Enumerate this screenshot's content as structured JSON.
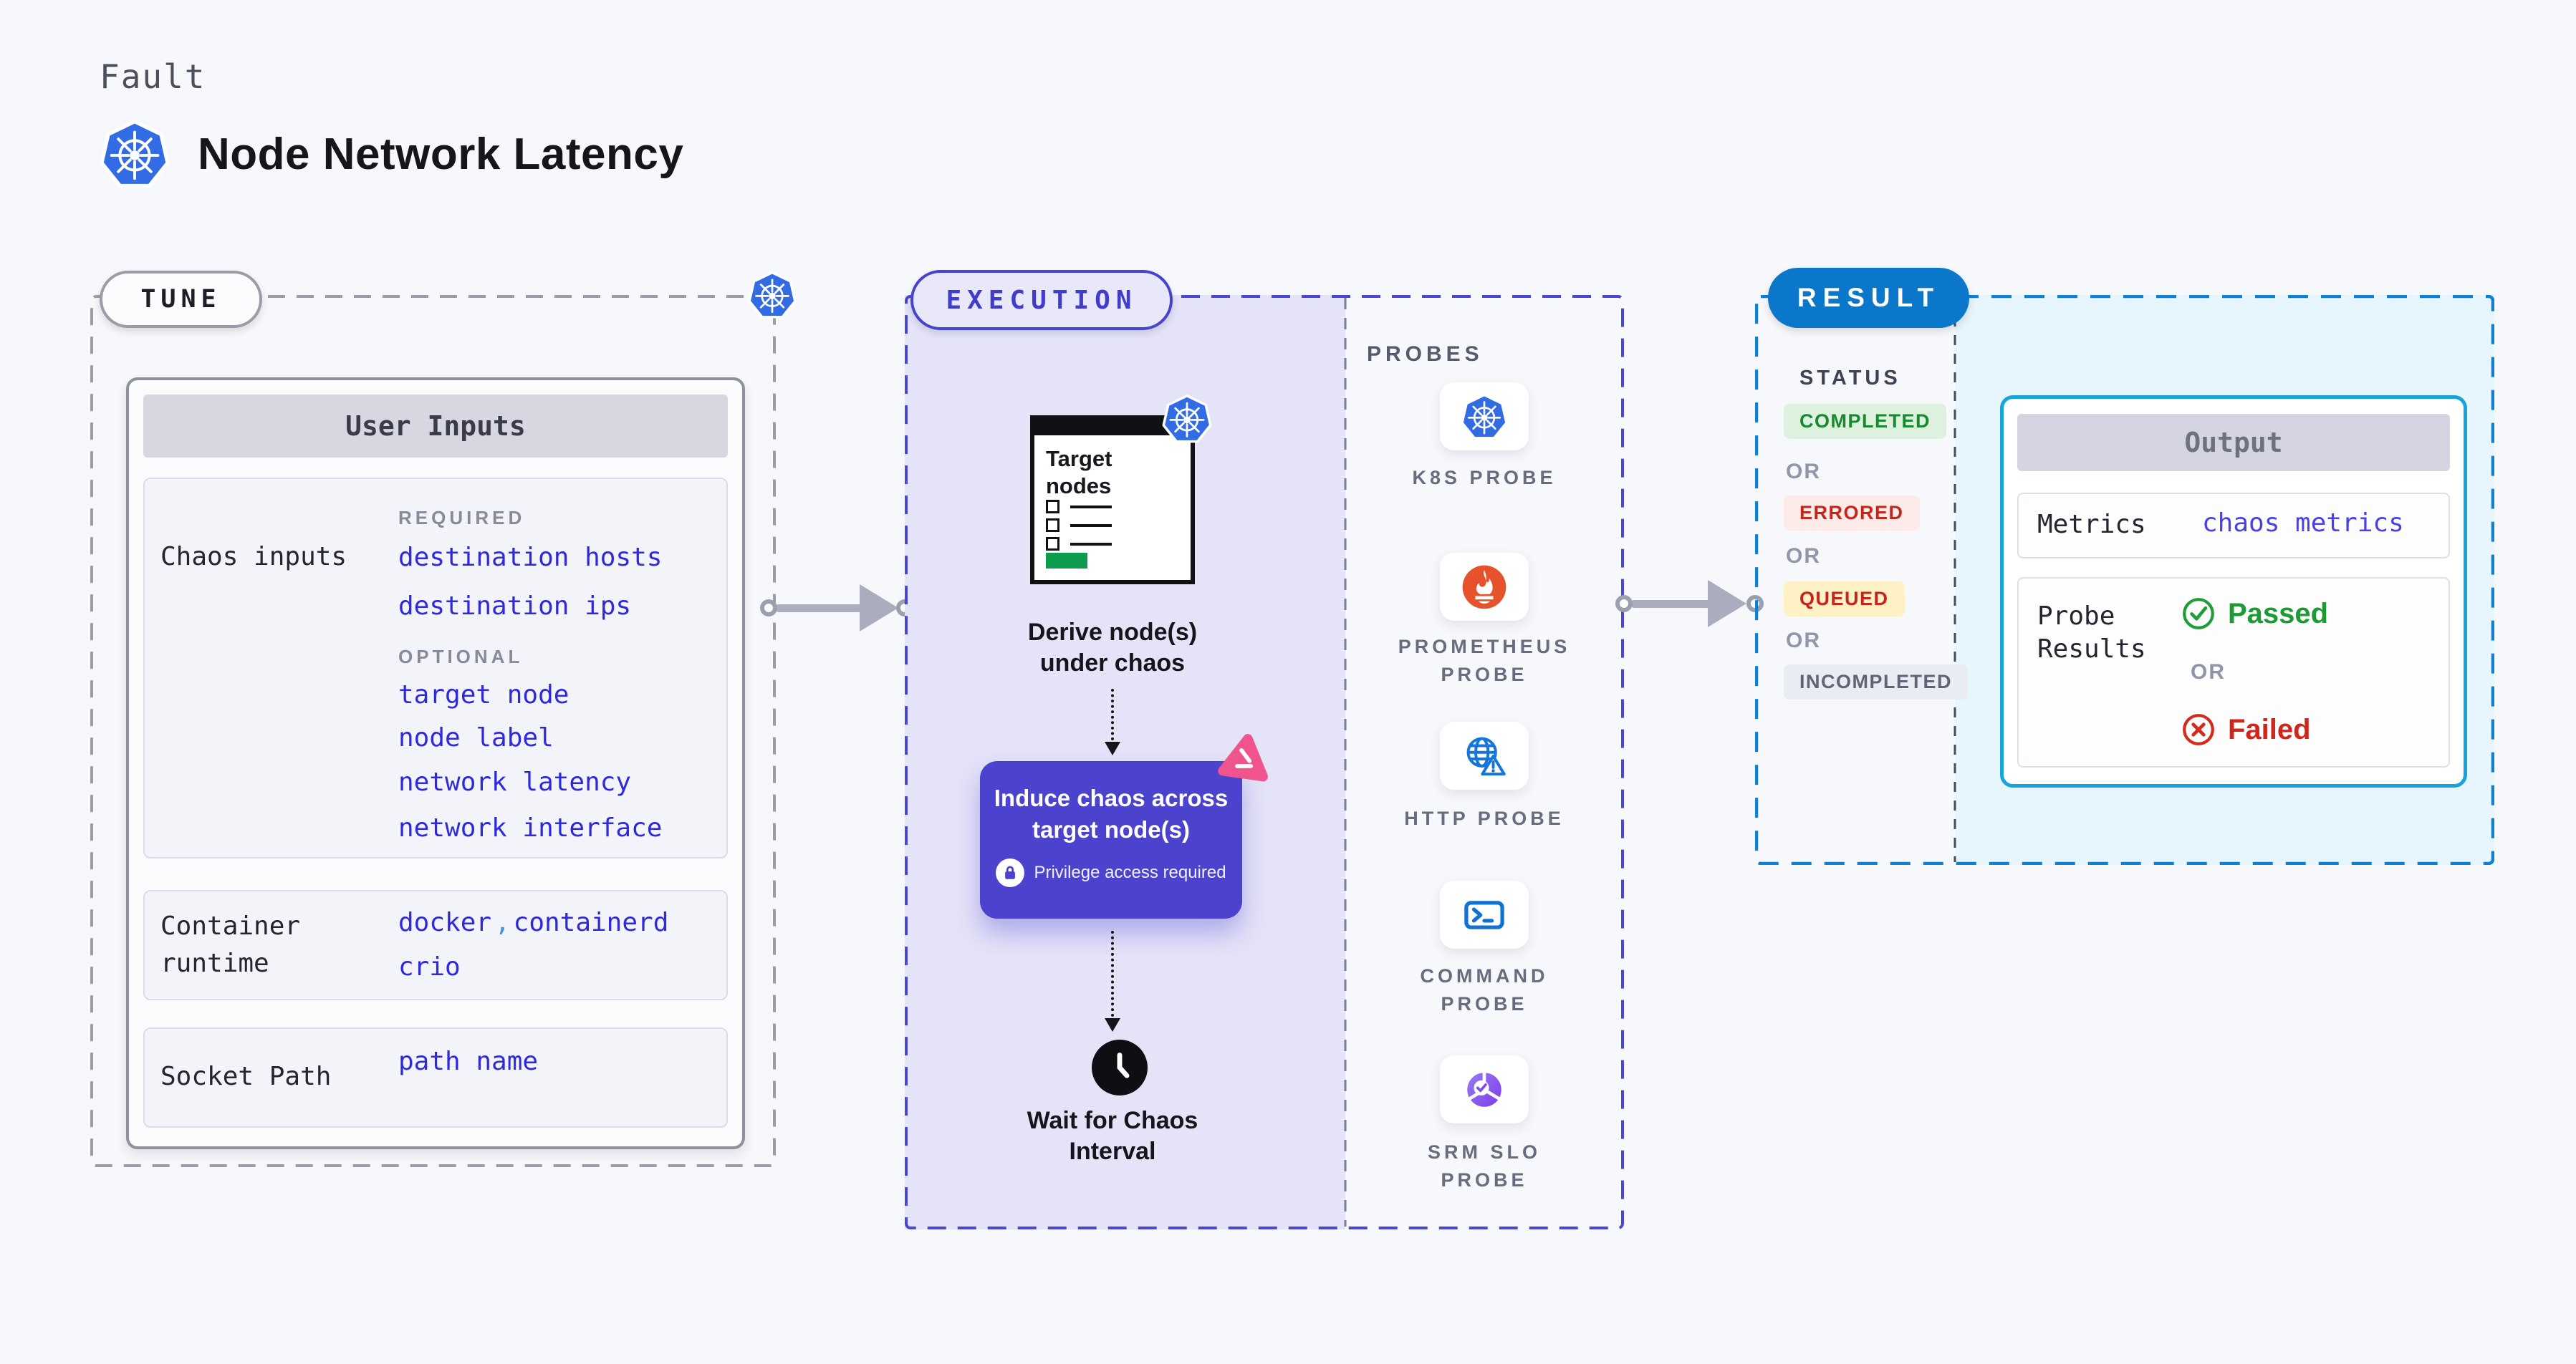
{
  "page": {
    "kicker": "Fault",
    "title": "Node Network Latency",
    "background_color": "#f7f8fb"
  },
  "colors": {
    "kubernetes_blue": "#326ce5",
    "tune_border_gray": "#9b9ca8",
    "execution_indigo": "#4643ce",
    "execution_fill_lavender": "#e4e3f8",
    "induce_box_purple": "#4b42ce",
    "litmus_pink": "#f0548c",
    "value_blue": "#2e2adb",
    "result_blue": "#0b77cb",
    "result_dash_blue": "#0f80d2",
    "output_border_cyan": "#16a4da",
    "output_fill_cyan": "#e7f5fc",
    "prometheus_orange": "#e6522c",
    "green_bar": "#0d9b4e",
    "arrow_gray": "#abadbf"
  },
  "tune": {
    "pill": "TUNE",
    "user_inputs": {
      "header": "User Inputs",
      "chaos_row": {
        "label": "Chaos inputs",
        "required_tag": "REQUIRED",
        "required_values": [
          "destination hosts",
          "destination ips"
        ],
        "optional_tag": "OPTIONAL",
        "optional_values": [
          "target node",
          "node label",
          "network latency",
          "network interface"
        ]
      },
      "runtime_row": {
        "label": "Container runtime",
        "value_1": "docker",
        "separator": ",",
        "value_2": "containerd",
        "value_3": "crio"
      },
      "socket_row": {
        "label": "Socket Path",
        "value": "path name"
      }
    }
  },
  "execution": {
    "pill": "EXECUTION",
    "target_nodes_title": "Target nodes",
    "derive_line_1": "Derive node(s)",
    "derive_line_2": "under chaos",
    "induce_line_1": "Induce chaos across",
    "induce_line_2": "target node(s)",
    "privilege_label": "Privilege access required",
    "wait_line_1": "Wait for Chaos",
    "wait_line_2": "Interval",
    "probes": {
      "heading": "PROBES",
      "items": [
        {
          "icon": "kubernetes-icon",
          "line_1": "K8S PROBE"
        },
        {
          "icon": "prometheus-icon",
          "line_1": "PROMETHEUS",
          "line_2": "PROBE"
        },
        {
          "icon": "http-globe-icon",
          "line_1": "HTTP PROBE"
        },
        {
          "icon": "command-terminal-icon",
          "line_1": "COMMAND",
          "line_2": "PROBE"
        },
        {
          "icon": "srm-slo-icon",
          "line_1": "SRM SLO",
          "line_2": "PROBE"
        }
      ]
    }
  },
  "result": {
    "pill": "RESULT",
    "status": {
      "heading": "STATUS",
      "or": "OR",
      "badges": [
        {
          "label": "COMPLETED",
          "fg": "#168a2e",
          "bg": "#def1df"
        },
        {
          "label": "ERRORED",
          "fg": "#c3271c",
          "bg": "#fcebe9"
        },
        {
          "label": "QUEUED",
          "fg": "#c6231a",
          "bg": "#fdf1c5"
        },
        {
          "label": "INCOMPLETED",
          "fg": "#5f6577",
          "bg": "#eaecf3"
        }
      ]
    },
    "output": {
      "header": "Output",
      "metrics_label": "Metrics",
      "metrics_value": "chaos metrics",
      "probe_results_label": "Probe Results",
      "passed_label": "Passed",
      "or": "OR",
      "failed_label": "Failed"
    }
  }
}
